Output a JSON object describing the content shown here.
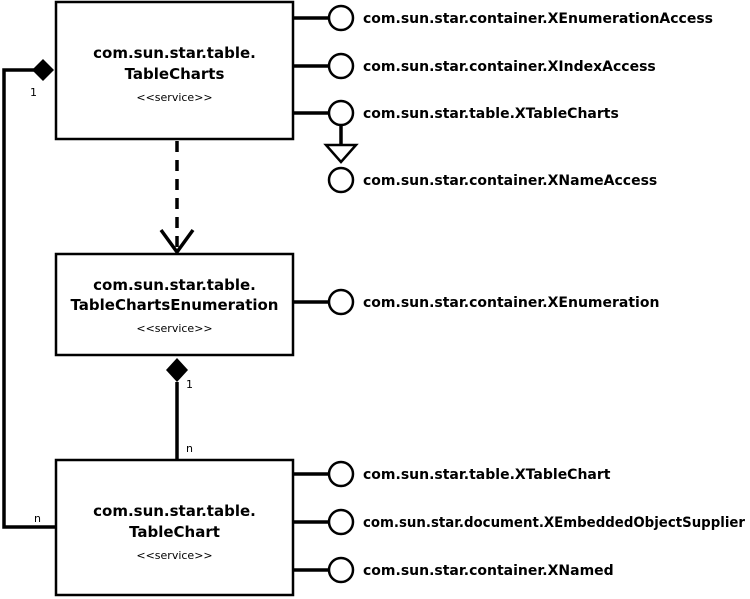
{
  "services": {
    "table_charts": {
      "name_line1": "com.sun.star.table.",
      "name_line2": "TableCharts",
      "stereotype": "<<service>>",
      "interfaces": [
        "com.sun.star.container.XEnumerationAccess",
        "com.sun.star.container.XIndexAccess",
        "com.sun.star.table.XTableCharts"
      ],
      "inherited_interface": "com.sun.star.container.XNameAccess"
    },
    "table_charts_enumeration": {
      "name_line1": "com.sun.star.table.",
      "name_line2": "TableChartsEnumeration",
      "stereotype": "<<service>>",
      "interfaces": [
        "com.sun.star.container.XEnumeration"
      ]
    },
    "table_chart": {
      "name_line1": "com.sun.star.table.",
      "name_line2": "TableChart",
      "stereotype": "<<service>>",
      "interfaces": [
        "com.sun.star.table.XTableChart",
        "com.sun.star.document.XEmbeddedObjectSupplier",
        "com.sun.star.container.XNamed"
      ]
    }
  },
  "relations": {
    "charts_to_chart": {
      "source_multiplicity": "1",
      "target_multiplicity": "n"
    },
    "enumeration_to_chart": {
      "source_multiplicity": "1",
      "target_multiplicity": "n"
    }
  }
}
